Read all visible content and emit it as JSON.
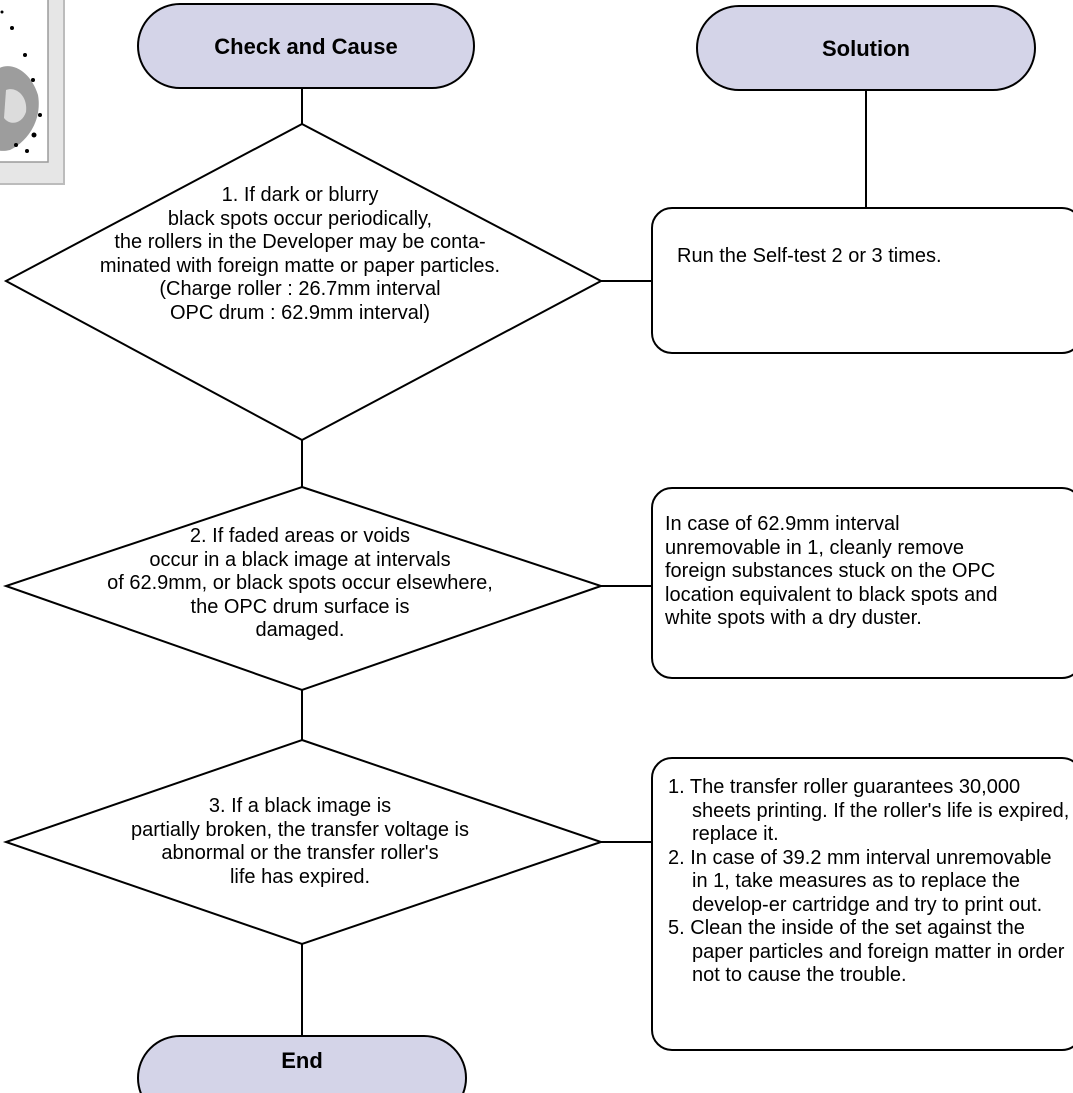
{
  "headers": {
    "check_cause": "Check and Cause",
    "solution": "Solution"
  },
  "end_label": "End",
  "checks": [
    {
      "lines": [
        "1. If dark or blurry",
        "black spots occur periodically,",
        "the rollers in the Developer may be conta-",
        "minated with foreign matte or paper particles.",
        "(Charge roller : 26.7mm interval",
        "OPC drum : 62.9mm interval)"
      ]
    },
    {
      "lines": [
        "2. If faded areas or voids",
        "occur in a black image at intervals",
        "of 62.9mm, or black spots occur elsewhere,",
        "the OPC drum surface is",
        "damaged."
      ]
    },
    {
      "lines": [
        "3. If a black image is",
        "partially broken, the transfer voltage is",
        "abnormal or the transfer roller's",
        "life has expired."
      ]
    }
  ],
  "solutions": [
    {
      "text": "Run the Self-test 2 or 3 times."
    },
    {
      "lines": [
        "In case of 62.9mm interval",
        "unremovable in 1, cleanly remove",
        "foreign substances stuck on the OPC",
        "location equivalent to black spots and",
        "white spots with a dry duster."
      ]
    },
    {
      "items": [
        {
          "num": "1.",
          "text": "The transfer roller guarantees 30,000 sheets printing. If the roller's life is expired, replace it."
        },
        {
          "num": "2.",
          "text": "In case of 39.2 mm interval unremovable in 1, take measures as to replace the develop-er cartridge and try to print out."
        },
        {
          "num": "5.",
          "text": "Clean the inside of the set against the paper particles and foreign matter in order not to cause the trouble."
        }
      ]
    }
  ],
  "colors": {
    "terminal_fill": "#d4d4e8",
    "stroke": "#000000",
    "background": "#ffffff"
  }
}
